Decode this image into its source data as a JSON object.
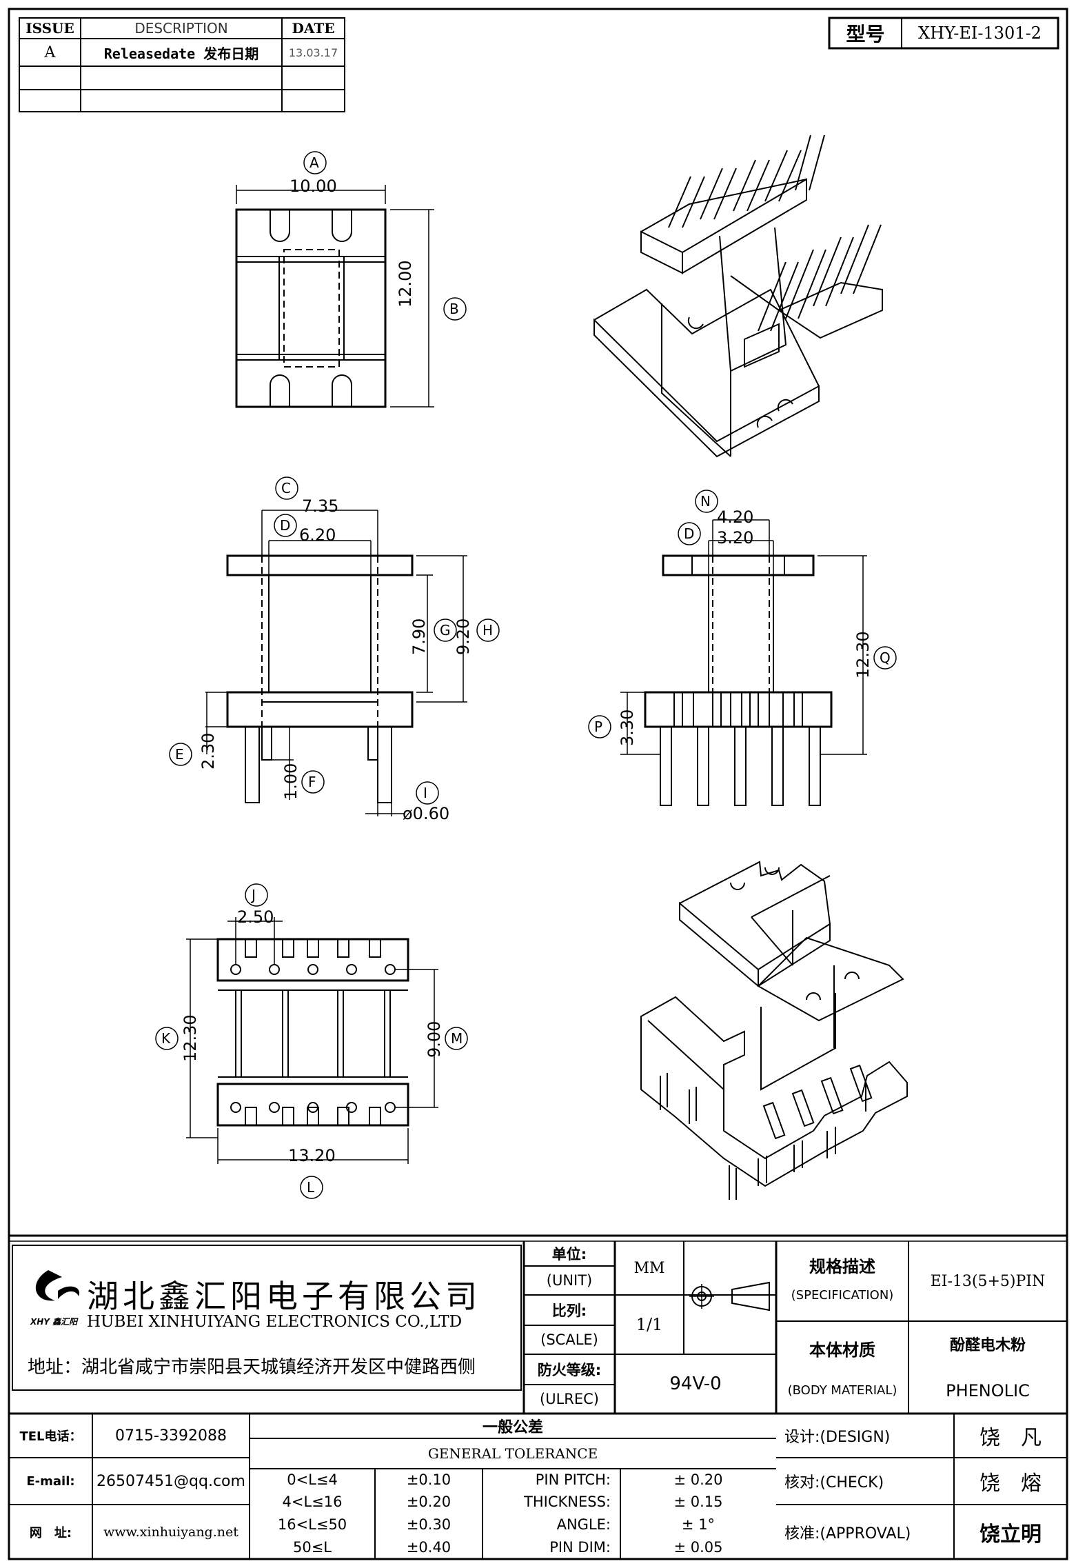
{
  "revision_table": {
    "headers": {
      "issue": "ISSUE",
      "description": "DESCRIPTION",
      "date": "DATE"
    },
    "rows": [
      {
        "issue": "A",
        "description": "Releasedate 发布日期",
        "date": "13.03.17"
      }
    ]
  },
  "part": {
    "label": "型号",
    "number": "XHY-EI-1301-2"
  },
  "dimensions": {
    "A": "A",
    "A_val": "10.00",
    "B": "B",
    "B_val": "12.00",
    "C": "C",
    "C_val": "7.35",
    "D": "D",
    "D_val": "6.20",
    "G": "G",
    "G_val": "7.90",
    "H": "H",
    "H_val": "9.20",
    "E": "E",
    "E_val": "2.30",
    "F": "F",
    "F_val": "1.00",
    "I": "I",
    "I_val": "ø0.60",
    "N": "N",
    "N_val": "4.20",
    "D2": "D",
    "D2_val": "3.20",
    "Q": "Q",
    "Q_val": "12.30",
    "P": "P",
    "P_val": "3.30",
    "J": "J",
    "J_val": "2.50",
    "K": "K",
    "K_val": "12.30",
    "M": "M",
    "M_val": "9.00",
    "L": "L",
    "L_val": "13.20"
  },
  "company": {
    "name_cn": "湖北鑫汇阳电子有限公司",
    "name_en": "HUBEI XINHUIYANG ELECTRONICS CO.,LTD",
    "address": "地址：湖北省咸宁市崇阳县天城镇经济开发区中健路西侧",
    "logo_text": "XHY 鑫汇阳",
    "tel_label": "TEL电话：",
    "tel": "0715-3392088",
    "email_label": "E-mail:",
    "email": "26507451@qq.com",
    "web_label": "网　址:",
    "web": "www.xinhuiyang.net"
  },
  "title_block": {
    "unit_cn": "单位:",
    "unit_en": "(UNIT)",
    "unit_val": "MM",
    "scale_cn": "比列:",
    "scale_en": "(SCALE)",
    "scale_val": "1/1",
    "ul_cn": "防火等级:",
    "ul_en": "(ULREC)",
    "ul_val": "94V-0",
    "spec_cn": "规格描述",
    "spec_en": "(SPECIFICATION)",
    "spec_val": "EI-13(5+5)PIN",
    "material_cn": "本体材质",
    "material_en": "(BODY MATERIAL)",
    "material_val_cn": "酚醛电木粉",
    "material_val_en": "PHENOLIC",
    "design_label": "设计:(DESIGN)",
    "design_val": "饶　凡",
    "check_label": "核对:(CHECK)",
    "check_val": "饶　熔",
    "approval_label": "核准:(APPROVAL)",
    "approval_val": "饶立明"
  },
  "tolerance": {
    "title_cn": "一般公差",
    "title_en": "GENERAL TOLERANCE",
    "ranges": [
      "0<L≤4",
      "4<L≤16",
      "16<L≤50",
      "50≤L"
    ],
    "range_tols": [
      "±0.10",
      "±0.20",
      "±0.30",
      "±0.40"
    ],
    "items": [
      "PIN PITCH:",
      "THICKNESS:",
      "ANGLE:",
      "PIN DIM:"
    ],
    "item_tols": [
      "± 0.20",
      "± 0.15",
      "± 1°",
      "± 0.05"
    ]
  }
}
